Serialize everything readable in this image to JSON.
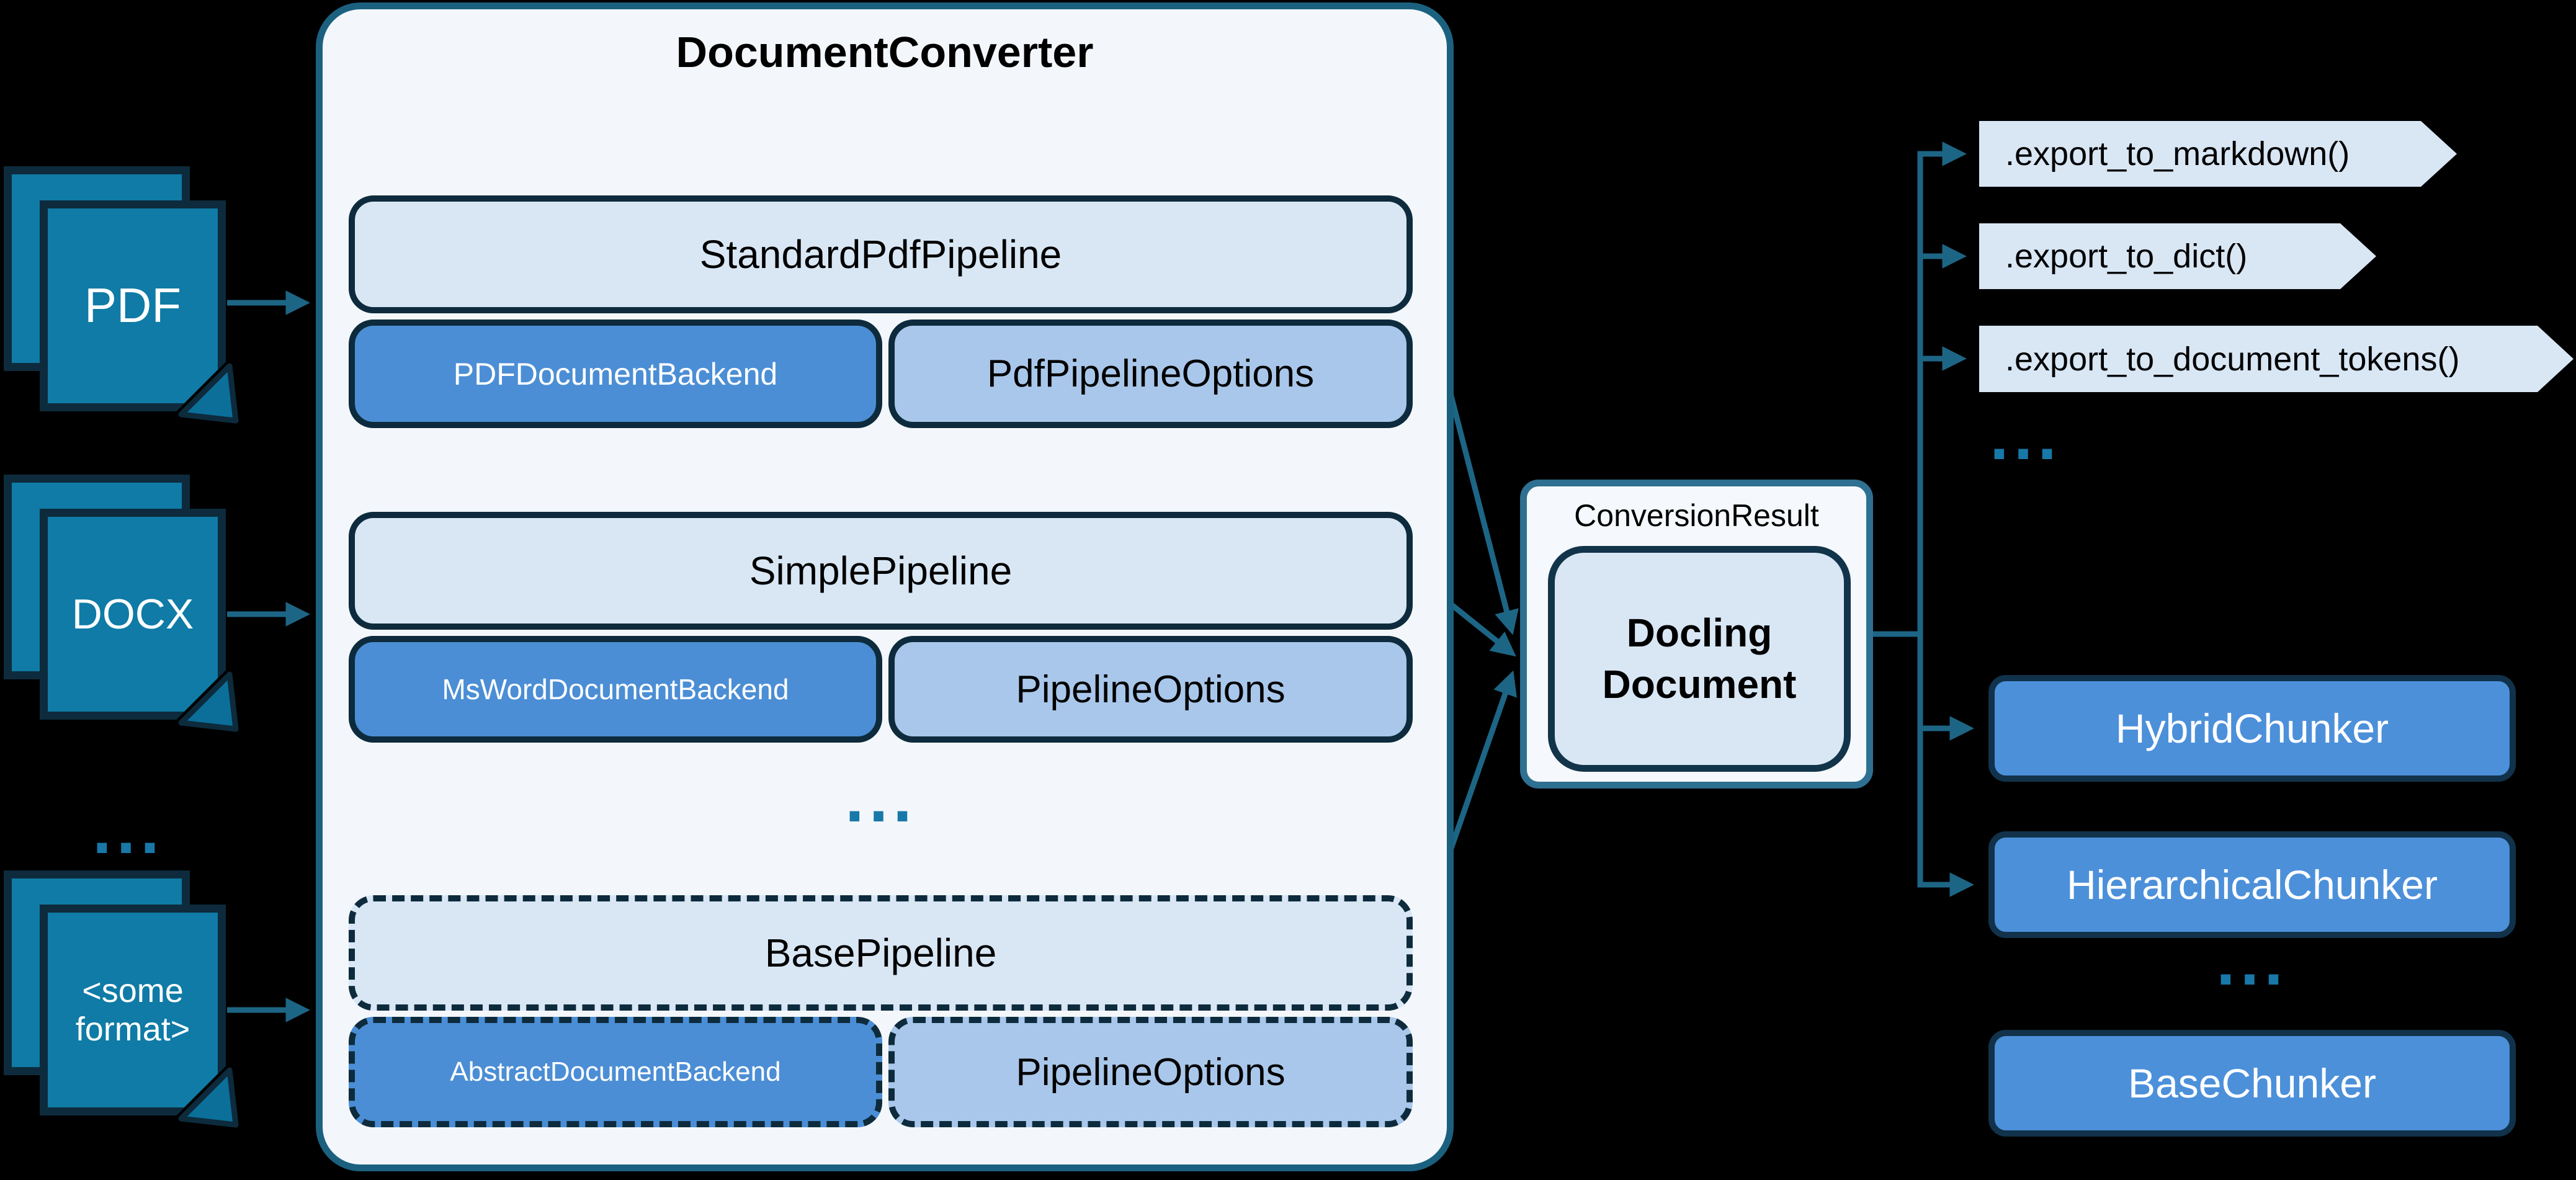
{
  "inputs": [
    {
      "label": "PDF"
    },
    {
      "label": "DOCX"
    },
    {
      "label": "<some format>"
    }
  ],
  "inputs_ellipsis": "...",
  "converter": {
    "title": "DocumentConverter",
    "pipelines": [
      {
        "name": "StandardPdfPipeline",
        "backend": "PDFDocumentBackend",
        "options": "PdfPipelineOptions",
        "dashed": false
      },
      {
        "name": "SimplePipeline",
        "backend": "MsWordDocumentBackend",
        "options": "PipelineOptions",
        "dashed": false
      },
      {
        "name": "BasePipeline",
        "backend": "AbstractDocumentBackend",
        "options": "PipelineOptions",
        "dashed": true
      }
    ],
    "ellipsis": "..."
  },
  "conversion_result": {
    "label": "ConversionResult",
    "document": "Docling Document"
  },
  "exports": {
    "items": [
      ".export_to_markdown()",
      ".export_to_dict()",
      ".export_to_document_tokens()"
    ],
    "ellipsis": "..."
  },
  "chunkers": {
    "items": [
      {
        "label": "HybridChunker",
        "dashed": false
      },
      {
        "label": "HierarchicalChunker",
        "dashed": false
      },
      {
        "label": "BaseChunker",
        "dashed": true
      }
    ],
    "ellipsis": "..."
  },
  "palette": {
    "background": "#000000",
    "arrow_teal": "#1d6585",
    "document_fill": "#0f7ba6",
    "dark_outline": "#0d2b3c",
    "converter_fill": "#f3f7fb",
    "converter_border": "#1b617f",
    "pipeline_fill": "#d9e7f5",
    "backend_fill": "#4b8ed5",
    "options_fill": "#a9c7ea",
    "result_border": "#2e7091",
    "banner_fill": "#d9e6f4",
    "chunker_fill": "#4c90da",
    "dots_teal": "#1878a8"
  }
}
